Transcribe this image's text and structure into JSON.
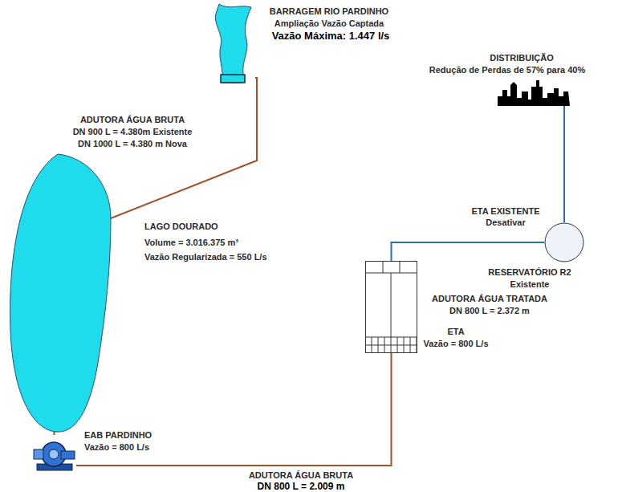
{
  "diagram": {
    "nodes": [
      {
        "text": [
          "BARRAGEM RIO PARDINHO",
          "Ampliação Vazão Captada",
          "Vazão Máxima: 1.447 l/s"
        ]
      },
      {
        "text": [
          "LAGO DOURADO",
          "Volume = 3.016.375 m³",
          "Vazão Regularizada = 550 L/s"
        ]
      },
      {
        "text": [
          "EAB PARDINHO",
          "Vazão = 800 L/s"
        ]
      },
      {
        "text": [
          "ETA",
          "Vazão = 800 L/s"
        ]
      },
      {
        "text": [
          "RESERVATÓRIO R2",
          "Existente"
        ]
      },
      {
        "text": [
          "DISTRIBUIÇÃO",
          "Redução de Perdas de 57% para 40%"
        ]
      }
    ],
    "edges": [
      {
        "from": 0,
        "to": 1,
        "arrow": "none"
      },
      {
        "from": 1,
        "to": 2,
        "arrow": "none"
      },
      {
        "from": 2,
        "to": 3,
        "arrow": "none"
      },
      {
        "from": 3,
        "to": 4,
        "arrow": "none"
      },
      {
        "from": 4,
        "to": 5,
        "arrow": "none"
      }
    ],
    "labels": [
      "ADUTORA ÁGUA BRUTA",
      "DN 900 L = 4.380m Existente",
      "DN 1000 L = 4.380 m Nova",
      "ETA EXISTENTE",
      "Desativar",
      "ADUTORA ÁGUA TRATADA",
      "DN 800 L = 2.372 m",
      "ADUTORA ÁGUA BRUTA",
      "DN 800 L = 2.009 m"
    ]
  }
}
